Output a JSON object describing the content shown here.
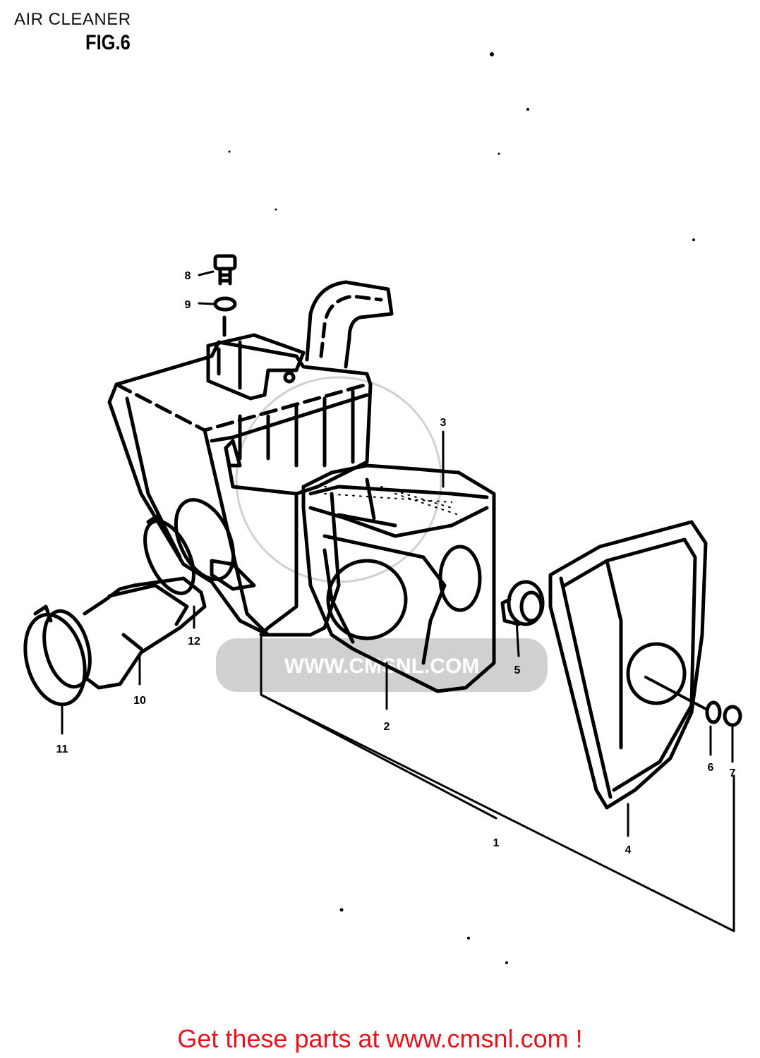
{
  "header": {
    "title": "AIR CLEANER",
    "figure": "FIG.6"
  },
  "diagram": {
    "watermark": "WWW.CMSNL.COM",
    "callouts": [
      "1",
      "2",
      "3",
      "4",
      "5",
      "6",
      "7",
      "8",
      "9",
      "10",
      "11",
      "12"
    ]
  },
  "footer": {
    "link_text": "Get these parts at www.cmsnl.com !"
  }
}
